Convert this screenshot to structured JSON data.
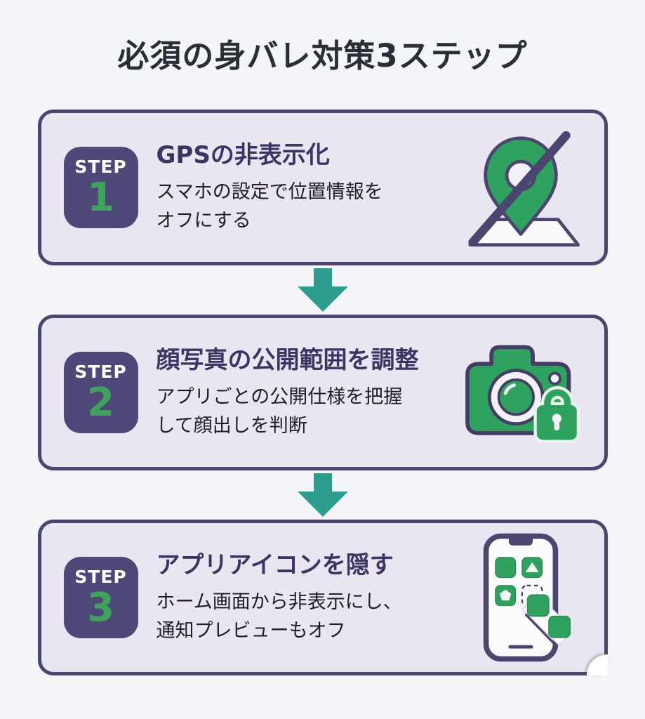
{
  "title": "必須の身バレ対策3ステップ",
  "colors": {
    "bg": "#f4f5f8",
    "card_bg": "#eae6f1",
    "card_border": "#4b4670",
    "badge_bg": "#4e4879",
    "badge_label": "#ffffff",
    "badge_number": "#3fa35c",
    "heading": "#3b3563",
    "body_text": "#1d1f24",
    "title_color": "#2a2e35",
    "arrow": "#2e9c8e",
    "icon_green": "#2fa25f",
    "icon_outline": "#433e63"
  },
  "steps": [
    {
      "badge_label": "STEP",
      "badge_number": "1",
      "heading": "GPSの非表示化",
      "body": "スマホの設定で位置情報を\nオフにする",
      "icon": "location-pin-disabled-icon"
    },
    {
      "badge_label": "STEP",
      "badge_number": "2",
      "heading": "顔写真の公開範囲を調整",
      "body": "アプリごとの公開仕様を把握\nして顔出しを判断",
      "icon": "camera-with-lock-icon"
    },
    {
      "badge_label": "STEP",
      "badge_number": "3",
      "heading": "アプリアイコンを隠す",
      "body": "ホーム画面から非表示にし、\n通知プレビューもオフ",
      "icon": "phone-hidden-apps-icon"
    }
  ]
}
